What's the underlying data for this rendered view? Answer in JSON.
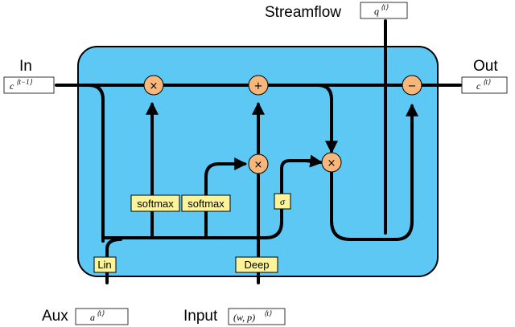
{
  "labels": {
    "in": "In",
    "out": "Out",
    "streamflow": "Streamflow",
    "aux": "Aux",
    "input": "Input"
  },
  "vars": {
    "c_prev_base": "c",
    "c_prev_sup": "⟨t−1⟩",
    "c_out_base": "c",
    "c_out_sup": "⟨t⟩",
    "q_base": "q",
    "q_sup": "⟨t⟩",
    "a_base": "a",
    "a_sup": "⟨t⟩",
    "wp_base": "(w, p)",
    "wp_sup": "⟨t⟩"
  },
  "boxes": {
    "softmax1": "softmax",
    "softmax2": "softmax",
    "sigma": "σ",
    "lin": "Lin",
    "deep": "Deep"
  },
  "ops": {
    "mul1": "×",
    "add": "+",
    "minus": "−",
    "mul2": "×",
    "mul3": "×"
  },
  "colors": {
    "cell_fill": "#5ec8f5",
    "op_fill": "#f7b77a",
    "box_fill": "#fdf39a",
    "line": "#000000"
  }
}
